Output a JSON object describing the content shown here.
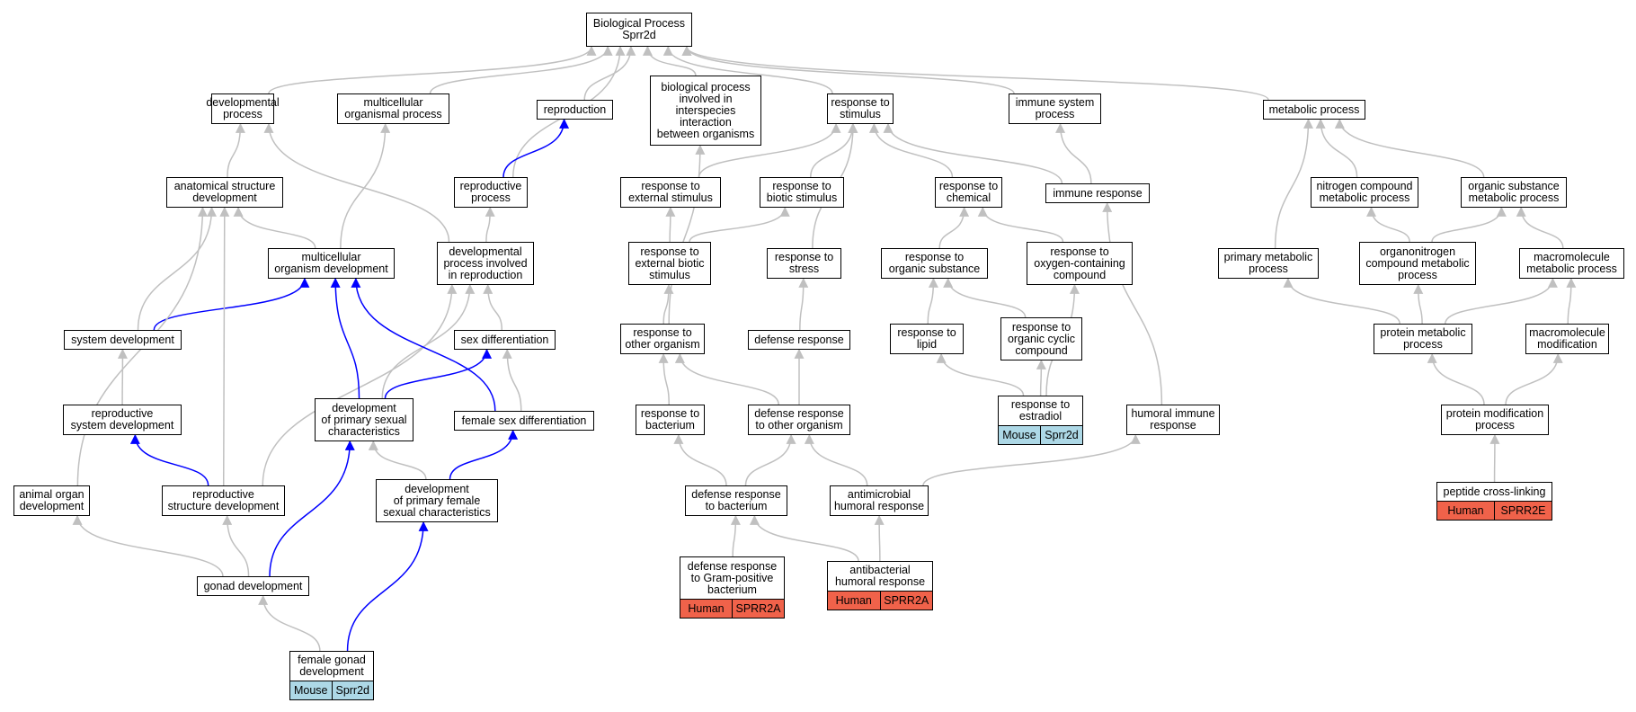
{
  "colors": {
    "edge_default": "#c0c0c0",
    "edge_highlight": "#0000ff",
    "mouse": "#add8e6",
    "human": "#f0624a",
    "node_border": "#000000"
  },
  "nodes": {
    "root": {
      "label": "Biological Process\nSprr2d"
    },
    "dev": {
      "label": "developmental\nprocess"
    },
    "mop": {
      "label": "multicellular\norganismal process"
    },
    "repro": {
      "label": "reproduction"
    },
    "bpis": {
      "label": "biological process\ninvolved in\ninterspecies\ninteraction\nbetween organisms"
    },
    "rstim": {
      "label": "response to\nstimulus"
    },
    "isp": {
      "label": "immune system\nprocess"
    },
    "meta": {
      "label": "metabolic process"
    },
    "asd": {
      "label": "anatomical structure\ndevelopment"
    },
    "rp": {
      "label": "reproductive\nprocess"
    },
    "res": {
      "label": "response to\nexternal stimulus"
    },
    "rbs": {
      "label": "response to\nbiotic stimulus"
    },
    "rch": {
      "label": "response to\nchemical"
    },
    "ir": {
      "label": "immune response"
    },
    "ncmp": {
      "label": "nitrogen compound\nmetabolic process"
    },
    "osmp": {
      "label": "organic substance\nmetabolic process"
    },
    "mod": {
      "label": "multicellular\norganism development"
    },
    "dpir": {
      "label": "developmental\nprocess involved\nin reproduction"
    },
    "rebs": {
      "label": "response to\nexternal biotic\nstimulus"
    },
    "rstr": {
      "label": "response to\nstress"
    },
    "ros": {
      "label": "response to\norganic substance"
    },
    "rocc": {
      "label": "response to\noxygen-containing\ncompound"
    },
    "pmp": {
      "label": "primary metabolic\nprocess"
    },
    "ocmp": {
      "label": "organonitrogen\ncompound metabolic\nprocess"
    },
    "mmp": {
      "label": "macromolecule\nmetabolic process"
    },
    "sd": {
      "label": "system development"
    },
    "sexd": {
      "label": "sex differentiation"
    },
    "roo": {
      "label": "response to\nother organism"
    },
    "dr": {
      "label": "defense response"
    },
    "rl": {
      "label": "response to\nlipid"
    },
    "rcyc": {
      "label": "response to\norganic cyclic\ncompound"
    },
    "prmp": {
      "label": "protein metabolic\nprocess"
    },
    "mm": {
      "label": "macromolecule\nmodification"
    },
    "rsd": {
      "label": "reproductive\nsystem development"
    },
    "dpsc": {
      "label": "development\nof primary sexual\ncharacteristics"
    },
    "fsd": {
      "label": "female sex differentiation"
    },
    "rb": {
      "label": "response to\nbacterium"
    },
    "droo": {
      "label": "defense response\nto other organism"
    },
    "re": {
      "label": "response to\nestradiol",
      "species": "Mouse",
      "gene": "Sprr2d"
    },
    "hir": {
      "label": "humoral immune\nresponse"
    },
    "pm": {
      "label": "protein modification\nprocess"
    },
    "aod": {
      "label": "animal organ\ndevelopment"
    },
    "rstd": {
      "label": "reproductive\nstructure development"
    },
    "dpfsc": {
      "label": "development\nof primary female\nsexual characteristics"
    },
    "drb": {
      "label": "defense response\nto bacterium"
    },
    "ahr": {
      "label": "antimicrobial\nhumoral response"
    },
    "pcl": {
      "label": "peptide cross-linking",
      "species": "Human",
      "gene": "SPRR2E"
    },
    "gd": {
      "label": "gonad development"
    },
    "drgp": {
      "label": "defense response\nto Gram-positive\nbacterium",
      "species": "Human",
      "gene": "SPRR2A"
    },
    "abhr": {
      "label": "antibacterial\nhumoral response",
      "species": "Human",
      "gene": "SPRR2A"
    },
    "fgd": {
      "label": "female gonad\ndevelopment",
      "species": "Mouse",
      "gene": "Sprr2d"
    }
  },
  "edges": [
    [
      "dev",
      "root",
      0
    ],
    [
      "mop",
      "root",
      0
    ],
    [
      "repro",
      "root",
      0
    ],
    [
      "bpis",
      "root",
      0
    ],
    [
      "rstim",
      "root",
      0
    ],
    [
      "isp",
      "root",
      0
    ],
    [
      "meta",
      "root",
      0
    ],
    [
      "rp",
      "root",
      0
    ],
    [
      "rp",
      "repro",
      1
    ],
    [
      "asd",
      "dev",
      0
    ],
    [
      "dpir",
      "dev",
      0
    ],
    [
      "dpir",
      "rp",
      0
    ],
    [
      "mod",
      "mop",
      0
    ],
    [
      "mod",
      "asd",
      0
    ],
    [
      "sd",
      "asd",
      0
    ],
    [
      "sd",
      "mod",
      1
    ],
    [
      "rstd",
      "asd",
      0
    ],
    [
      "aod",
      "asd",
      0
    ],
    [
      "rsd",
      "sd",
      0
    ],
    [
      "rstd",
      "rsd",
      1
    ],
    [
      "rstd",
      "dpir",
      0
    ],
    [
      "sexd",
      "dpir",
      0
    ],
    [
      "dpsc",
      "mod",
      1
    ],
    [
      "dpsc",
      "dpir",
      0
    ],
    [
      "dpsc",
      "sexd",
      1
    ],
    [
      "fsd",
      "sexd",
      0
    ],
    [
      "fsd",
      "mod",
      1
    ],
    [
      "dpfsc",
      "dpsc",
      0
    ],
    [
      "dpfsc",
      "fsd",
      1
    ],
    [
      "gd",
      "aod",
      0
    ],
    [
      "gd",
      "rstd",
      0
    ],
    [
      "gd",
      "dpsc",
      1
    ],
    [
      "fgd",
      "gd",
      0
    ],
    [
      "fgd",
      "dpfsc",
      1
    ],
    [
      "res",
      "rstim",
      0
    ],
    [
      "rbs",
      "rstim",
      0
    ],
    [
      "rch",
      "rstim",
      0
    ],
    [
      "ir",
      "rstim",
      0
    ],
    [
      "ir",
      "isp",
      0
    ],
    [
      "rstr",
      "rstim",
      0
    ],
    [
      "rebs",
      "res",
      0
    ],
    [
      "rebs",
      "rbs",
      0
    ],
    [
      "roo",
      "rebs",
      0
    ],
    [
      "roo",
      "bpis",
      0
    ],
    [
      "dr",
      "rstr",
      0
    ],
    [
      "rb",
      "roo",
      0
    ],
    [
      "droo",
      "roo",
      0
    ],
    [
      "droo",
      "dr",
      0
    ],
    [
      "drb",
      "rb",
      0
    ],
    [
      "drb",
      "droo",
      0
    ],
    [
      "ahr",
      "droo",
      0
    ],
    [
      "ahr",
      "hir",
      0
    ],
    [
      "drgp",
      "drb",
      0
    ],
    [
      "abhr",
      "drb",
      0
    ],
    [
      "abhr",
      "ahr",
      0
    ],
    [
      "hir",
      "ir",
      0
    ],
    [
      "ros",
      "rch",
      0
    ],
    [
      "rocc",
      "rch",
      0
    ],
    [
      "rl",
      "ros",
      0
    ],
    [
      "rcyc",
      "ros",
      0
    ],
    [
      "re",
      "rl",
      0
    ],
    [
      "re",
      "rcyc",
      0
    ],
    [
      "re",
      "rocc",
      0
    ],
    [
      "ncmp",
      "meta",
      0
    ],
    [
      "osmp",
      "meta",
      0
    ],
    [
      "pmp",
      "meta",
      0
    ],
    [
      "ocmp",
      "ncmp",
      0
    ],
    [
      "ocmp",
      "osmp",
      0
    ],
    [
      "mmp",
      "osmp",
      0
    ],
    [
      "prmp",
      "pmp",
      0
    ],
    [
      "prmp",
      "ocmp",
      0
    ],
    [
      "prmp",
      "mmp",
      0
    ],
    [
      "mm",
      "mmp",
      0
    ],
    [
      "pm",
      "prmp",
      0
    ],
    [
      "pm",
      "mm",
      0
    ],
    [
      "pcl",
      "pm",
      0
    ]
  ]
}
